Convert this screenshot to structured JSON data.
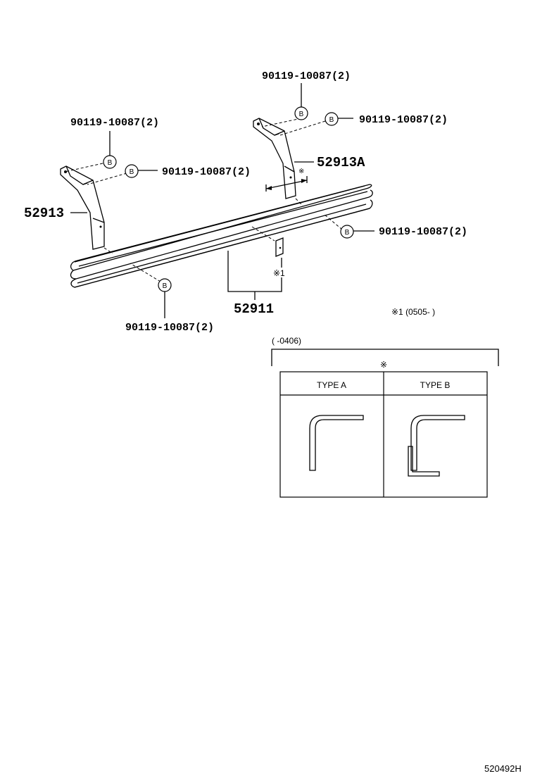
{
  "parts": {
    "p52913": "52913",
    "p52913a": "52913A",
    "p52911": "52911"
  },
  "bolts": {
    "top_center": "90119-10087(2)",
    "top_right": "90119-10087(2)",
    "left_upper": "90119-10087(2)",
    "left_mid": "90119-10087(2)",
    "right_mid": "90119-10087(2)",
    "bottom": "90119-10087(2)"
  },
  "bolt_symbol": "B",
  "note_marker": "※1",
  "note_text": "※1 (0505-     )",
  "bracket_label": "(     -0406)",
  "bracket_marker": "※",
  "small_marker": "※",
  "types": {
    "a": "TYPE A",
    "b": "TYPE B"
  },
  "diagram_code": "520492H"
}
